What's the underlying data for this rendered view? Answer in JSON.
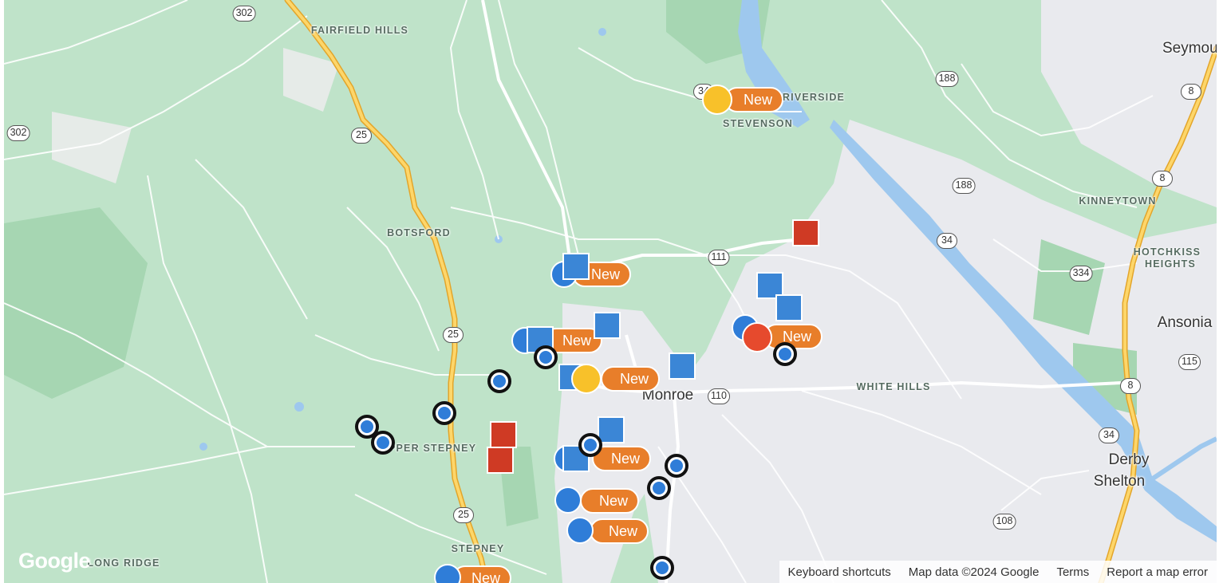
{
  "map": {
    "place_labels": [
      "FAIRFIELD HILLS",
      "BOTSFORD",
      "STEVENSON",
      "RIVERSIDE",
      "KINNEYTOWN",
      "HOTCHKISS",
      "HEIGHTS",
      "WHITE HILLS",
      "UPPER STEPNEY",
      "STEPNEY",
      "LONG RIDGE"
    ],
    "town_labels": [
      "Monroe",
      "Ansonia",
      "Derby",
      "Shelton",
      "Seymour"
    ],
    "route_shields": [
      "302",
      "302",
      "25",
      "25",
      "25",
      "34",
      "34",
      "34",
      "111",
      "110",
      "188",
      "188",
      "8",
      "8",
      "8",
      "334",
      "115",
      "108"
    ],
    "marker_badge_text": "New",
    "marker_colors": {
      "blue": "#2f7dd8",
      "orange": "#e87e2a",
      "red": "#cf3a24",
      "yellow": "#f8c12a"
    }
  },
  "footer": {
    "logo": "Google",
    "keyboard_shortcuts": "Keyboard shortcuts",
    "map_data": "Map data ©2024 Google",
    "terms": "Terms",
    "report": "Report a map error"
  }
}
